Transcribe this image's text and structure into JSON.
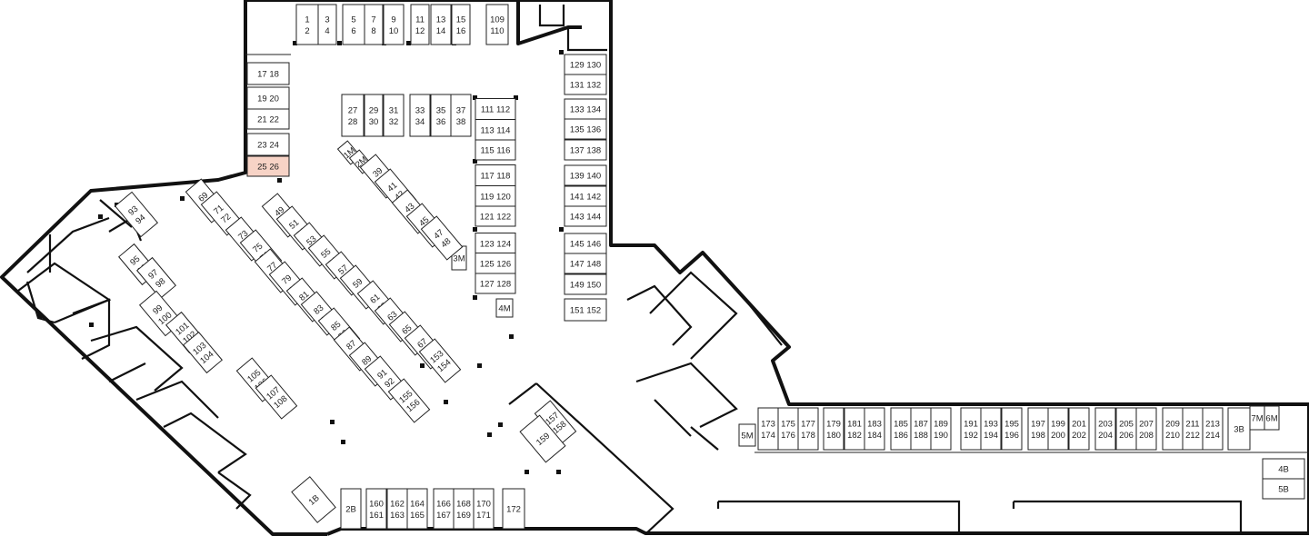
{
  "map": {
    "highlight_color": "#f7d3c6",
    "wall_color": "#111111",
    "highlighted_lot": "25 26"
  },
  "lots": {
    "L1": "1\n2",
    "L3": "3\n4",
    "L5": "5\n6",
    "L7": "7\n8",
    "L9": "9\n10",
    "L11": "11\n12",
    "L13": "13\n14",
    "L15": "15\n16",
    "L109": "109\n110",
    "L17": "17   18",
    "L19": "19   20",
    "L21": "21   22",
    "L23": "23   24",
    "L25": "25   26",
    "L27": "27\n28",
    "L29": "29\n30",
    "L31": "31\n32",
    "L33": "33\n34",
    "L35": "35\n36",
    "L37": "37\n38",
    "L111": "111   112",
    "L113": "113   114",
    "L115": "115   116",
    "L117": "117   118",
    "L119": "119   120",
    "L121": "121   122",
    "L123": "123   124",
    "L125": "125   126",
    "L127": "127   128",
    "L129": "129   130",
    "L131": "131   132",
    "L133": "133   134",
    "L135": "135   136",
    "L137": "137   138",
    "L139": "139   140",
    "L141": "141   142",
    "L143": "143   144",
    "L145": "145   146",
    "L147": "147   148",
    "L149": "149   150",
    "L151": "151   152",
    "L1M": "1M",
    "L2M": "2M",
    "L3M": "3M",
    "L4M": "4M",
    "L5M": "5M",
    "L6M": "6M",
    "L7M": "7M",
    "L39": "39\n40",
    "L41": "41\n42",
    "L43": "43\n44",
    "L45": "45\n46",
    "L47": "47\n48",
    "L49": "49\n50",
    "L51": "51\n52",
    "L53": "53\n54",
    "L55": "55\n56",
    "L57": "57\n58",
    "L59": "59\n60",
    "L61": "61\n62",
    "L63": "63\n64",
    "L65": "65\n66",
    "L67": "67\n68",
    "L69": "69\n70",
    "L71": "71\n72",
    "L73": "73\n74",
    "L75": "75\n76",
    "L77": "77\n78",
    "L79": "79\n80",
    "L81": "81\n82",
    "L83": "83\n84",
    "L85": "85\n86",
    "L87": "87\n88",
    "L89": "89\n90",
    "L91": "91\n92",
    "L153": "153\n154",
    "L155": "155\n156",
    "L157": "157\n158",
    "L159": "159",
    "L93": "93\n94",
    "L95": "95\n96",
    "L97": "97\n98",
    "L99": "99\n100",
    "L101": "101\n102",
    "L103": "103\n104",
    "L105": "105\n106",
    "L107": "107\n108",
    "L1B": "1B",
    "L2B": "2B",
    "L3B": "3B",
    "L4B": "4B",
    "L5B": "5B",
    "L160": "160\n161",
    "L162": "162\n163",
    "L164": "164\n165",
    "L166": "166\n167",
    "L168": "168\n169",
    "L170": "170\n171",
    "L172": "172",
    "L173": "173\n174",
    "L175": "175\n176",
    "L177": "177\n178",
    "L179": "179\n180",
    "L181": "181\n182",
    "L183": "183\n184",
    "L185": "185\n186",
    "L187": "187\n188",
    "L189": "189\n190",
    "L191": "191\n192",
    "L193": "193\n194",
    "L195": "195\n196",
    "L197": "197\n198",
    "L199": "199\n200",
    "L201": "201\n202",
    "L203": "203\n204",
    "L205": "205\n206",
    "L207": "207\n208",
    "L209": "209\n210",
    "L211": "211\n212",
    "L213": "213\n214"
  }
}
